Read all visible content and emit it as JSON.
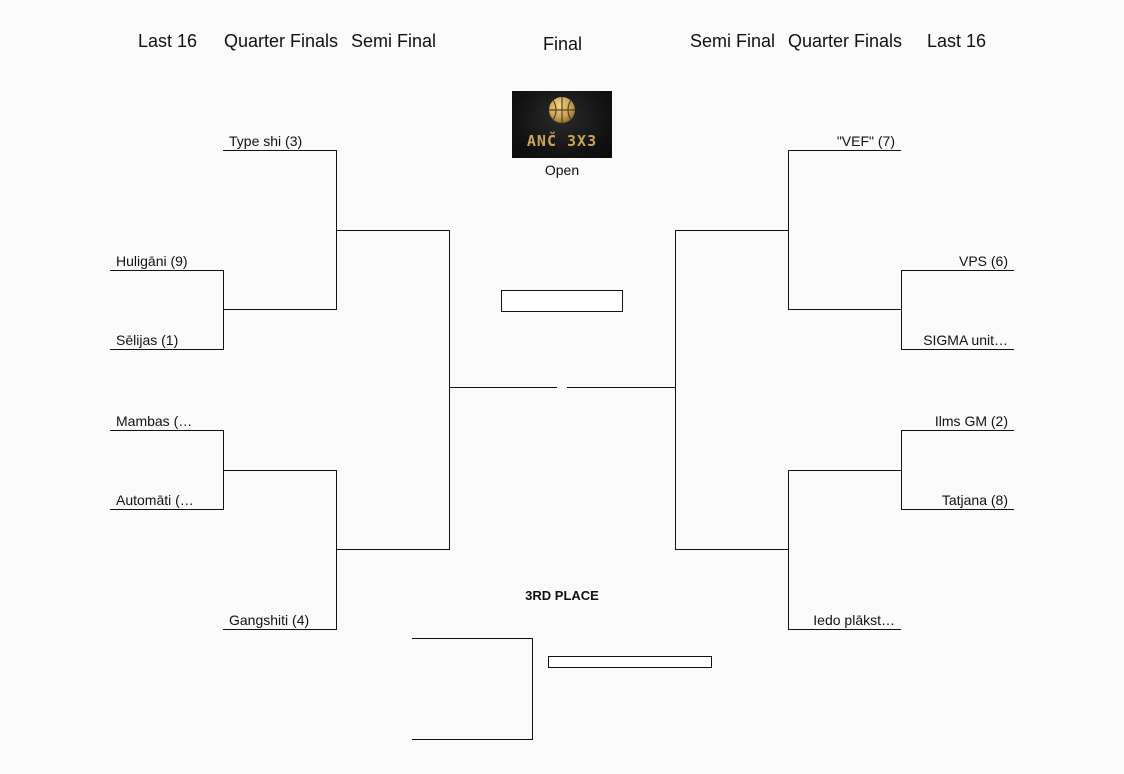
{
  "rounds": {
    "left": [
      "Last 16",
      "Quarter Finals",
      "Semi Final"
    ],
    "final": "Final",
    "right": [
      "Semi Final",
      "Quarter Finals",
      "Last 16"
    ]
  },
  "logo": {
    "text": "ANČ 3X3",
    "icon": "basketball-icon",
    "accent": "#c9a45a"
  },
  "division": "Open",
  "third_place_label": "3RD PLACE",
  "teams": {
    "left_qf_top": "Type shi (3)",
    "left_r16_1": "Huligāni (9)",
    "left_r16_2": "Sēlijas (1)",
    "left_r16_3": "Mambas (…",
    "left_r16_4": "Automāti (…",
    "left_qf_bottom": "Gangshiti (4)",
    "right_qf_top": "\"VEF\" (7)",
    "right_r16_1": "VPS (6)",
    "right_r16_2": "SIGMA unit…",
    "right_r16_3": "Ilms GM (2)",
    "right_r16_4": "Tatjana (8)",
    "right_qf_bottom": "Iedo plākst…"
  }
}
